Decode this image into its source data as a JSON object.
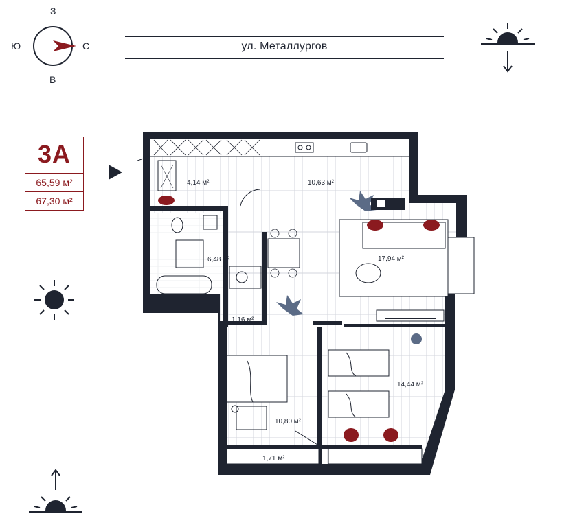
{
  "compass": {
    "north": "З",
    "south": "В",
    "west": "Ю",
    "east": "С",
    "accent": "#8b1a1f"
  },
  "street": {
    "name": "ул. Металлургов"
  },
  "apartment": {
    "type": "3А",
    "living_area": "65,59 м²",
    "total_area": "67,30 м²",
    "color": "#8b1a1f"
  },
  "rooms": {
    "bathroom_small": "4,14 м²",
    "kitchen": "10,63 м²",
    "bathroom": "6,48 м²",
    "living": "17,94 м²",
    "storage": "1,16 м²",
    "bedroom1": "10,80 м²",
    "bedroom2": "14,44 м²",
    "balcony": "1,71 м²"
  },
  "icons": [
    "sunrise-icon",
    "sun-icon",
    "sunset-icon",
    "compass-icon",
    "entrance-arrow-icon"
  ],
  "colors": {
    "wall": "#1f2430",
    "floor_line": "#c9ccd3",
    "furniture_accent": "#8b1a1f",
    "plant": "#5b6b86"
  }
}
